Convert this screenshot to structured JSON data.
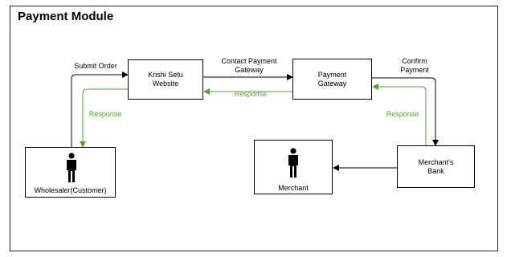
{
  "title": "Payment Module",
  "nodes": {
    "website": "Krishi Setu\nWebsite",
    "gateway": "Payment\nGateway",
    "bank": "Merchant's\nBank",
    "merchant": "Merchant",
    "wholesaler": "Wholesaler(Customer)"
  },
  "edges": {
    "submit_order": "Submit Order",
    "contact_gateway": "Contact Payment\nGateway",
    "response_gateway": "Response",
    "confirm_payment": "Confirm\nPayment",
    "response_bank": "Response",
    "response_website": "Response"
  },
  "colors": {
    "line": "#000000",
    "response": "#5aa02c"
  },
  "icons": {
    "person": "person-icon"
  }
}
